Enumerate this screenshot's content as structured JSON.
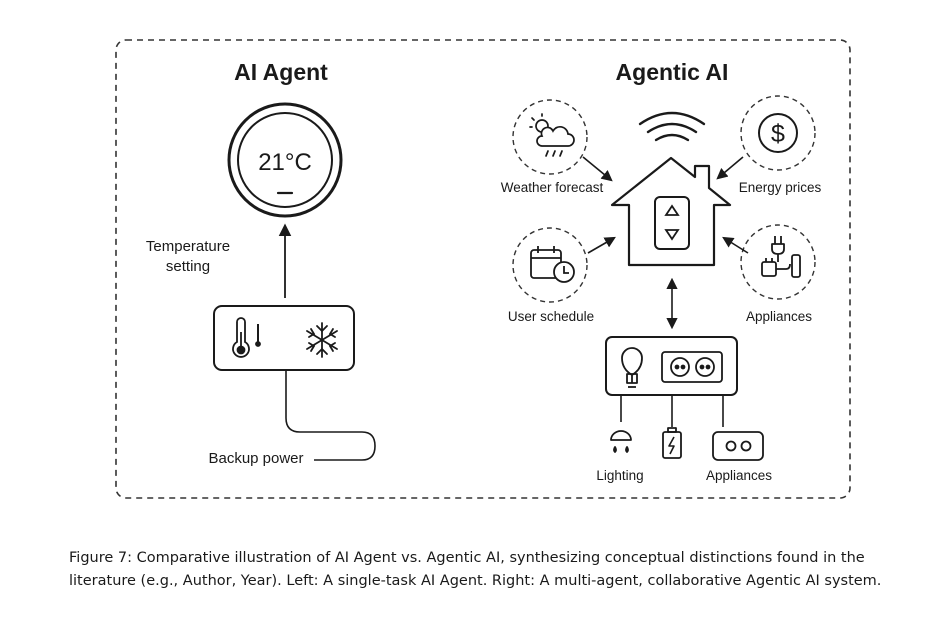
{
  "left": {
    "title": "AI Agent",
    "thermostat_reading": "21°C",
    "label_setting_line1": "Temperature",
    "label_setting_line2": "setting",
    "label_backup": "Backup power",
    "icons": [
      "thermostat-dial-icon",
      "thermometer-icon",
      "snowflake-icon"
    ]
  },
  "right": {
    "title": "Agentic AI",
    "labels": {
      "weather": "Weather forecast",
      "energy": "Energy prices",
      "schedule": "User schedule",
      "appliances_top": "Appliances",
      "lighting": "Lighting",
      "appliances_bottom": "Appliances"
    },
    "icons": [
      "wifi-icon",
      "house-icon",
      "weather-cloud-icon",
      "dollar-icon",
      "calendar-clock-icon",
      "plug-icon",
      "lightbulb-icon",
      "outlet-icon",
      "lamp-icon",
      "battery-icon"
    ]
  },
  "caption": "Figure 7: Comparative illustration of AI Agent vs. Agentic AI, synthesizing conceptual distinctions found in the literature (e.g., Author, Year). Left: A single-task AI Agent. Right: A multi-agent, collaborative Agentic AI system."
}
